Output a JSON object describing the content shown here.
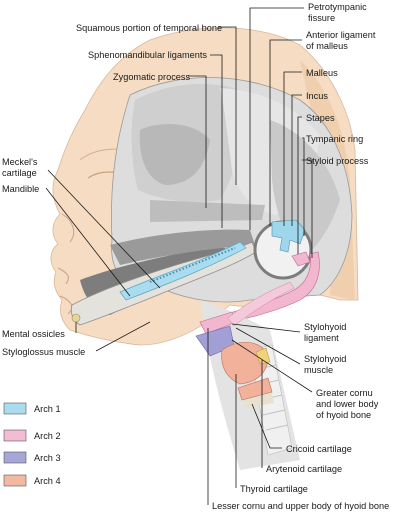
{
  "labels": {
    "petrotympanic": [
      "Petrotympanic",
      "fissure"
    ],
    "squamous": "Squamous portion of temporal bone",
    "anterior_ligament": [
      "Anterior ligament",
      "of malleus"
    ],
    "spheno": "Sphenomandibular ligaments",
    "malleus": "Malleus",
    "zygomatic": "Zygomatic process",
    "incus": "Incus",
    "stapes": "Stapes",
    "tympanic": "Tympanic ring",
    "styloid": "Styloid process",
    "meckel": [
      "Meckel's",
      "cartilage"
    ],
    "mandible": "Mandible",
    "mental": "Mental ossicles",
    "styloglossus": "Styloglossus muscle",
    "stylohyoid_lig": [
      "Stylohyoid",
      "ligament"
    ],
    "stylohyoid_mus": [
      "Stylohyoid",
      "muscle"
    ],
    "greater_cornu": [
      "Greater cornu",
      "and lower body",
      "of hyoid bone"
    ],
    "cricoid": "Cricoid cartilage",
    "arytenoid": "Arytenoid cartilage",
    "thyroid": "Thyroid cartilage",
    "lesser_cornu": "Lesser cornu and upper body of hyoid bone"
  },
  "legend": [
    {
      "label": "Arch 1",
      "color": "#a9dcee"
    },
    {
      "label": "Arch 2",
      "color": "#f4bcd3"
    },
    {
      "label": "Arch 3",
      "color": "#a7a6d8"
    },
    {
      "label": "Arch 4",
      "color": "#f3b8a2"
    }
  ],
  "colors": {
    "skin": "#f5dcc2",
    "skin_shade": "#e9c29f",
    "skull": "#dcdcdc",
    "skull_dark": "#c2c2c2",
    "arch1": "#9ed6ec",
    "arch2": "#f2b6cf",
    "arch3": "#a19fd6",
    "arch4": "#f1b19a"
  }
}
